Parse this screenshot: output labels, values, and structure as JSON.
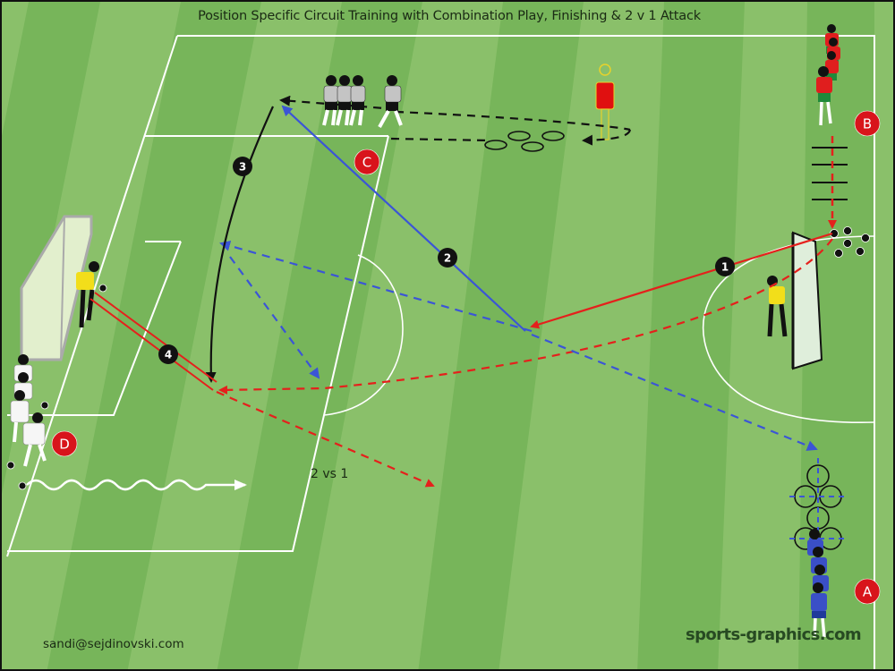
{
  "diagram": {
    "title": "Position Specific Circuit Training with Combination Play, Finishing & 2 v 1 Attack",
    "credit_email": "sandi@sejdinovski.com",
    "brand": "sports-graphics.com",
    "annotation": "2 vs 1",
    "groups": [
      {
        "id": "A",
        "label": "A",
        "team_color": "#3a4fc7",
        "position": "bottom-right"
      },
      {
        "id": "B",
        "label": "B",
        "team_color": "#e0201e",
        "position": "top-right"
      },
      {
        "id": "C",
        "label": "C",
        "team_color": "#bdbdbd",
        "position": "top-center"
      },
      {
        "id": "D",
        "label": "D",
        "team_color": "#ffffff",
        "position": "left"
      }
    ],
    "steps": [
      {
        "number": "1",
        "type": "pass",
        "color": "#e0201e"
      },
      {
        "number": "2",
        "type": "pass",
        "color": "#3b55d6"
      },
      {
        "number": "3",
        "type": "pass",
        "color": "#111111"
      },
      {
        "number": "4",
        "type": "shot",
        "color": "#e0201e"
      }
    ],
    "colors": {
      "pitch_light": "#8ac06a",
      "pitch_dark": "#77b55a",
      "line": "#ffffff",
      "badge_red": "#d8141b",
      "badge_black": "#111111",
      "red_path": "#e5201c",
      "blue_path": "#3b55d6",
      "black_path": "#111111",
      "mannequin": "#e01010",
      "keeper": "#f2de1a"
    },
    "equipment": [
      "mannequin",
      "hurdles",
      "agility-rings",
      "coordination-ladder-rings",
      "balls",
      "goals"
    ]
  }
}
